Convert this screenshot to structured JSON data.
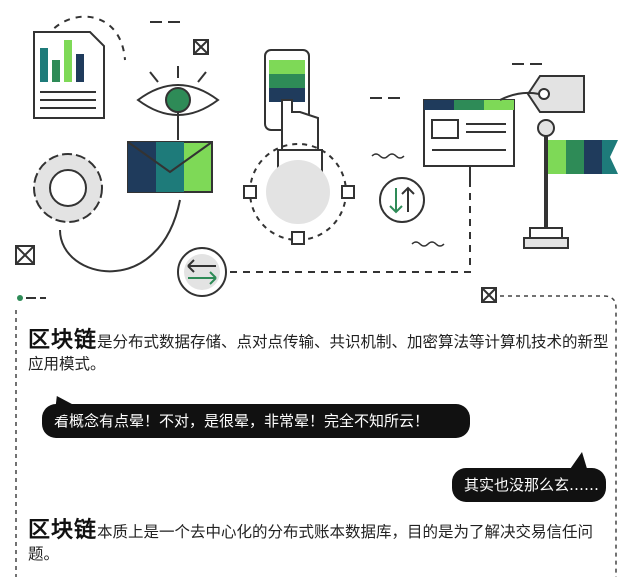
{
  "paragraph1": {
    "lead": "区块链",
    "text": "是分布式数据存储、点对点传输、共识机制、加密算法等计算机技术的新型应用模式。"
  },
  "bubble1": "着概念有点晕！不对，是很晕，非常晕！完全不知所云！",
  "bubble2": "其实也没那么玄……",
  "paragraph2": {
    "lead": "区块链",
    "text": "本质上是一个去中心化的分布式账本数据库，目的是为了解决交易信任问题。"
  },
  "colors": {
    "green": "#2e8b57",
    "light_green": "#7ed957",
    "navy": "#1f3b5c",
    "teal": "#1e7b7a",
    "gray": "#e3e3e3"
  }
}
